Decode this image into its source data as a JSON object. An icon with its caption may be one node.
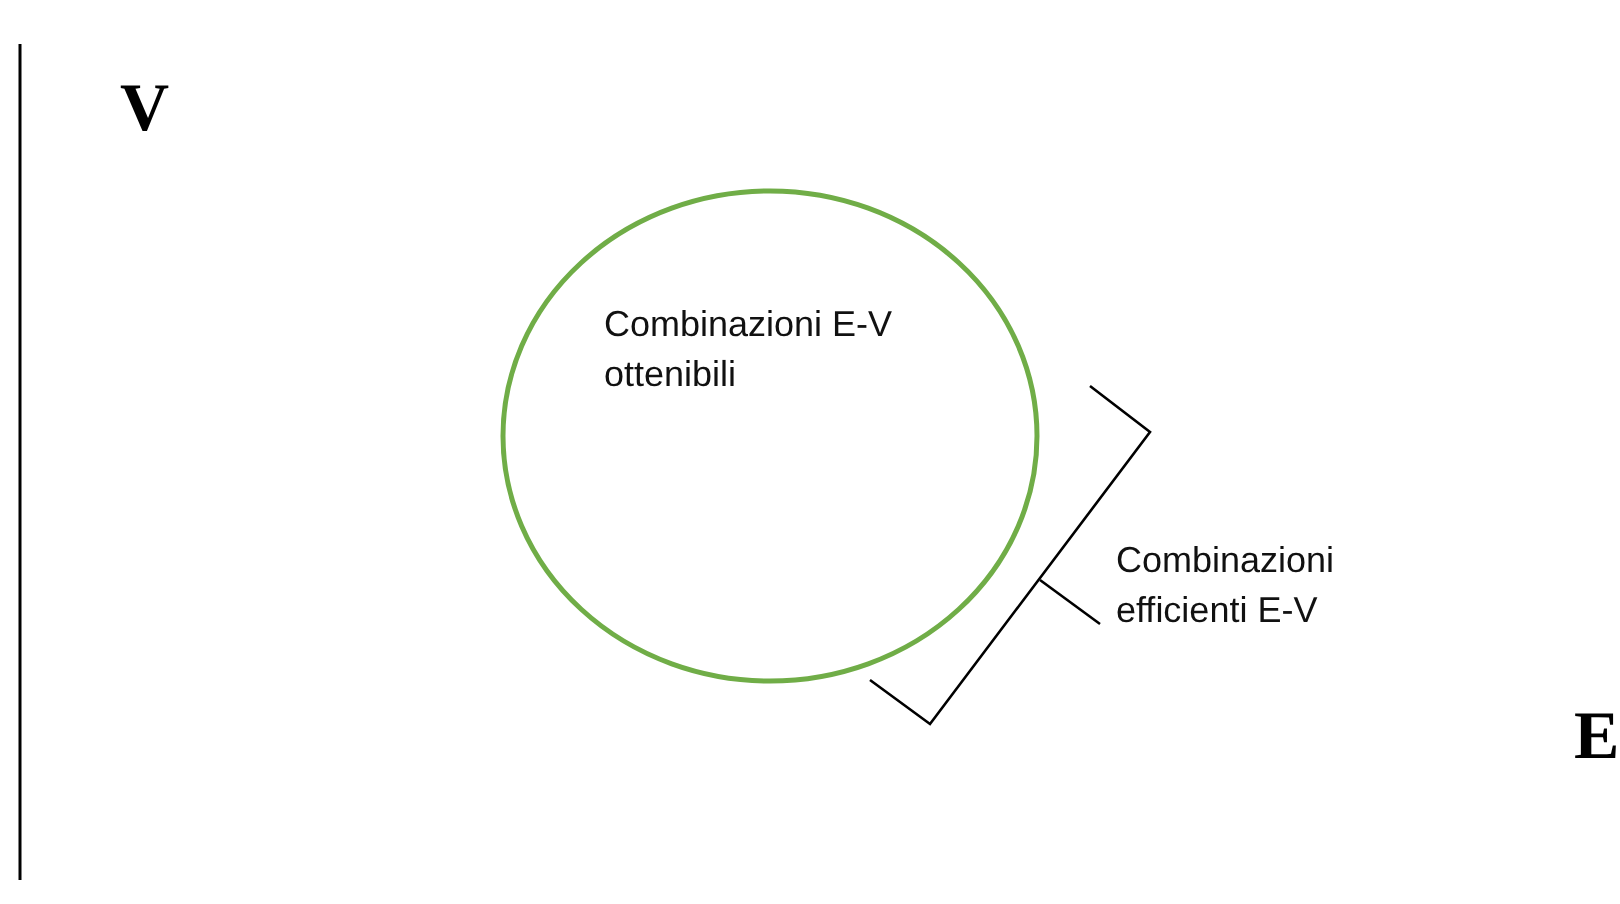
{
  "diagram": {
    "nodes": [
      {
        "text": [
          "Combinazioni E-V ottenibili"
        ]
      }
    ],
    "labels": [
      "V",
      "Combinazioni efficienti E-V",
      "E"
    ]
  }
}
